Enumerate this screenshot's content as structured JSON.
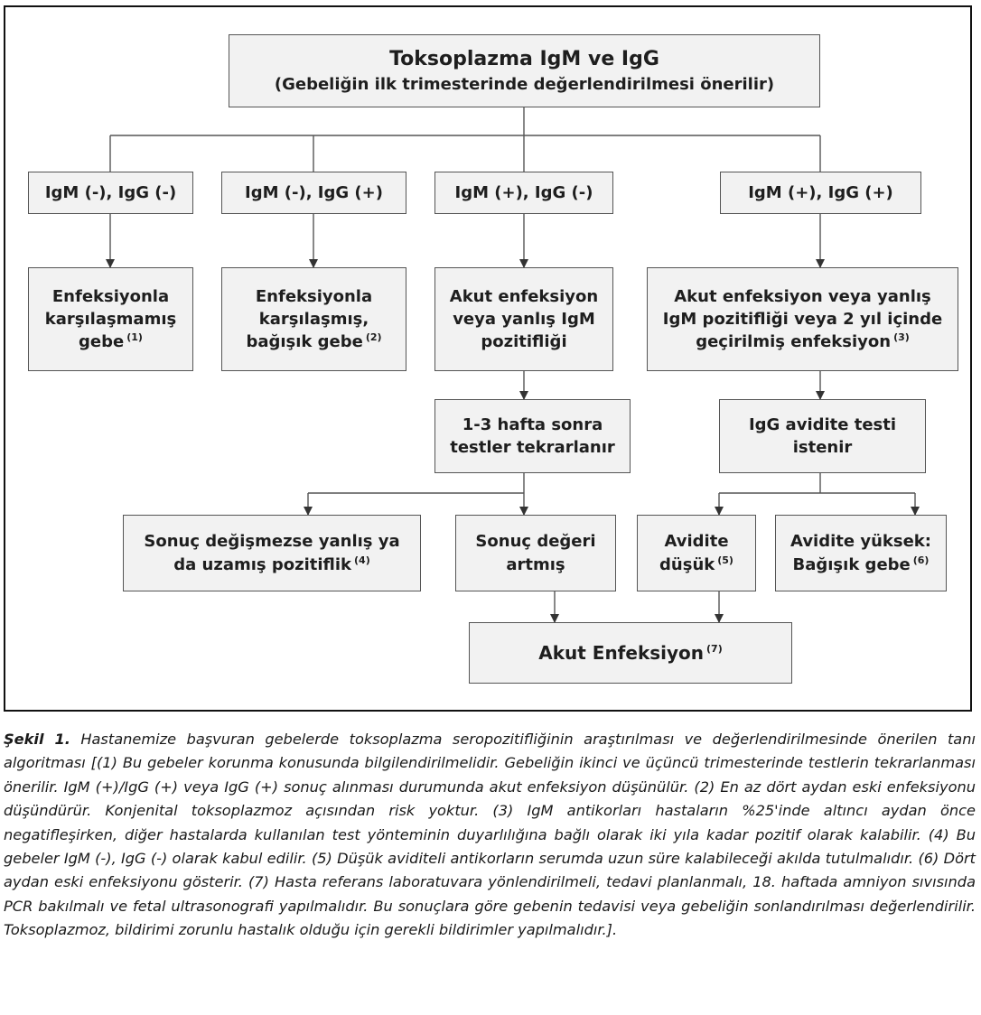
{
  "nodes": {
    "root": {
      "lines": [
        "Toksoplazma IgM ve IgG",
        "(Gebeliğin ilk trimesterinde değerlendirilmesi önerilir)"
      ]
    },
    "b1": {
      "lines": [
        "IgM (-), IgG (-)"
      ]
    },
    "b2": {
      "lines": [
        "IgM (-), IgG (+)"
      ]
    },
    "b3": {
      "lines": [
        "IgM (+), IgG (-)"
      ]
    },
    "b4": {
      "lines": [
        "IgM (+), IgG (+)"
      ]
    },
    "r1": {
      "lines": [
        "Enfeksiyonla",
        "karşılaşmamış",
        "gebe"
      ],
      "ref": "(1)"
    },
    "r2": {
      "lines": [
        "Enfeksiyonla",
        "karşılaşmış,",
        "bağışık gebe"
      ],
      "ref": "(2)"
    },
    "r3": {
      "lines": [
        "Akut enfeksiyon",
        "veya yanlış IgM",
        "pozitifliği"
      ]
    },
    "r4": {
      "lines": [
        "Akut enfeksiyon veya yanlış",
        "IgM pozitifliği veya 2 yıl içinde",
        "geçirilmiş enfeksiyon"
      ],
      "ref": "(3)"
    },
    "t3": {
      "lines": [
        "1-3 hafta sonra",
        "testler tekrarlanır"
      ]
    },
    "t4": {
      "lines": [
        "IgG avidite testi",
        "istenir"
      ]
    },
    "o1": {
      "lines": [
        "Sonuç değişmezse yanlış ya",
        "da uzamış pozitiflik"
      ],
      "ref": "(4)"
    },
    "o2": {
      "lines": [
        "Sonuç değeri",
        "artmış"
      ]
    },
    "o3": {
      "lines": [
        "Avidite",
        "düşük"
      ],
      "ref": "(5)"
    },
    "o4": {
      "lines": [
        "Avidite yüksek:",
        "Bağışık gebe"
      ],
      "ref": "(6)"
    },
    "final": {
      "lines": [
        "Akut Enfeksiyon"
      ],
      "ref": "(7)"
    }
  },
  "caption": {
    "label": "Şekil 1.",
    "text": "Hastanemize başvuran gebelerde toksoplazma seropozitifliğinin araştırılması ve değerlendirilmesinde önerilen tanı algoritması [(1) Bu gebeler korunma konusunda bilgilendirilmelidir. Gebeliğin ikinci ve üçüncü trimesterinde testlerin tekrarlanması önerilir. IgM (+)/IgG (+) veya IgG (+) sonuç alınması durumunda akut enfeksiyon düşünülür. (2) En az dört aydan eski enfeksiyonu düşündürür. Konjenital toksoplazmoz açısından risk yoktur. (3) IgM antikorları hastaların %25'inde altıncı aydan önce negatifleşirken, diğer hastalarda kullanılan test yönteminin duyarlılığına bağlı olarak iki yıla kadar pozitif olarak kalabilir. (4) Bu gebeler IgM (-), IgG (-) olarak kabul edilir. (5) Düşük aviditeli antikorların serumda uzun süre kalabileceği akılda tutulmalıdır. (6) Dört aydan eski enfeksiyonu gösterir. (7) Hasta referans laboratuvara yönlendirilmeli, tedavi planlanmalı, 18. haftada amniyon sıvısında PCR bakılmalı ve fetal ultrasonografi yapılmalıdır. Bu sonuçlara göre gebenin tedavisi veya gebeliğin sonlandırılması değerlendirilir. Toksoplazmoz, bildirimi zorunlu hastalık olduğu için gerekli bildirimler yapılmalıdır.]."
  }
}
